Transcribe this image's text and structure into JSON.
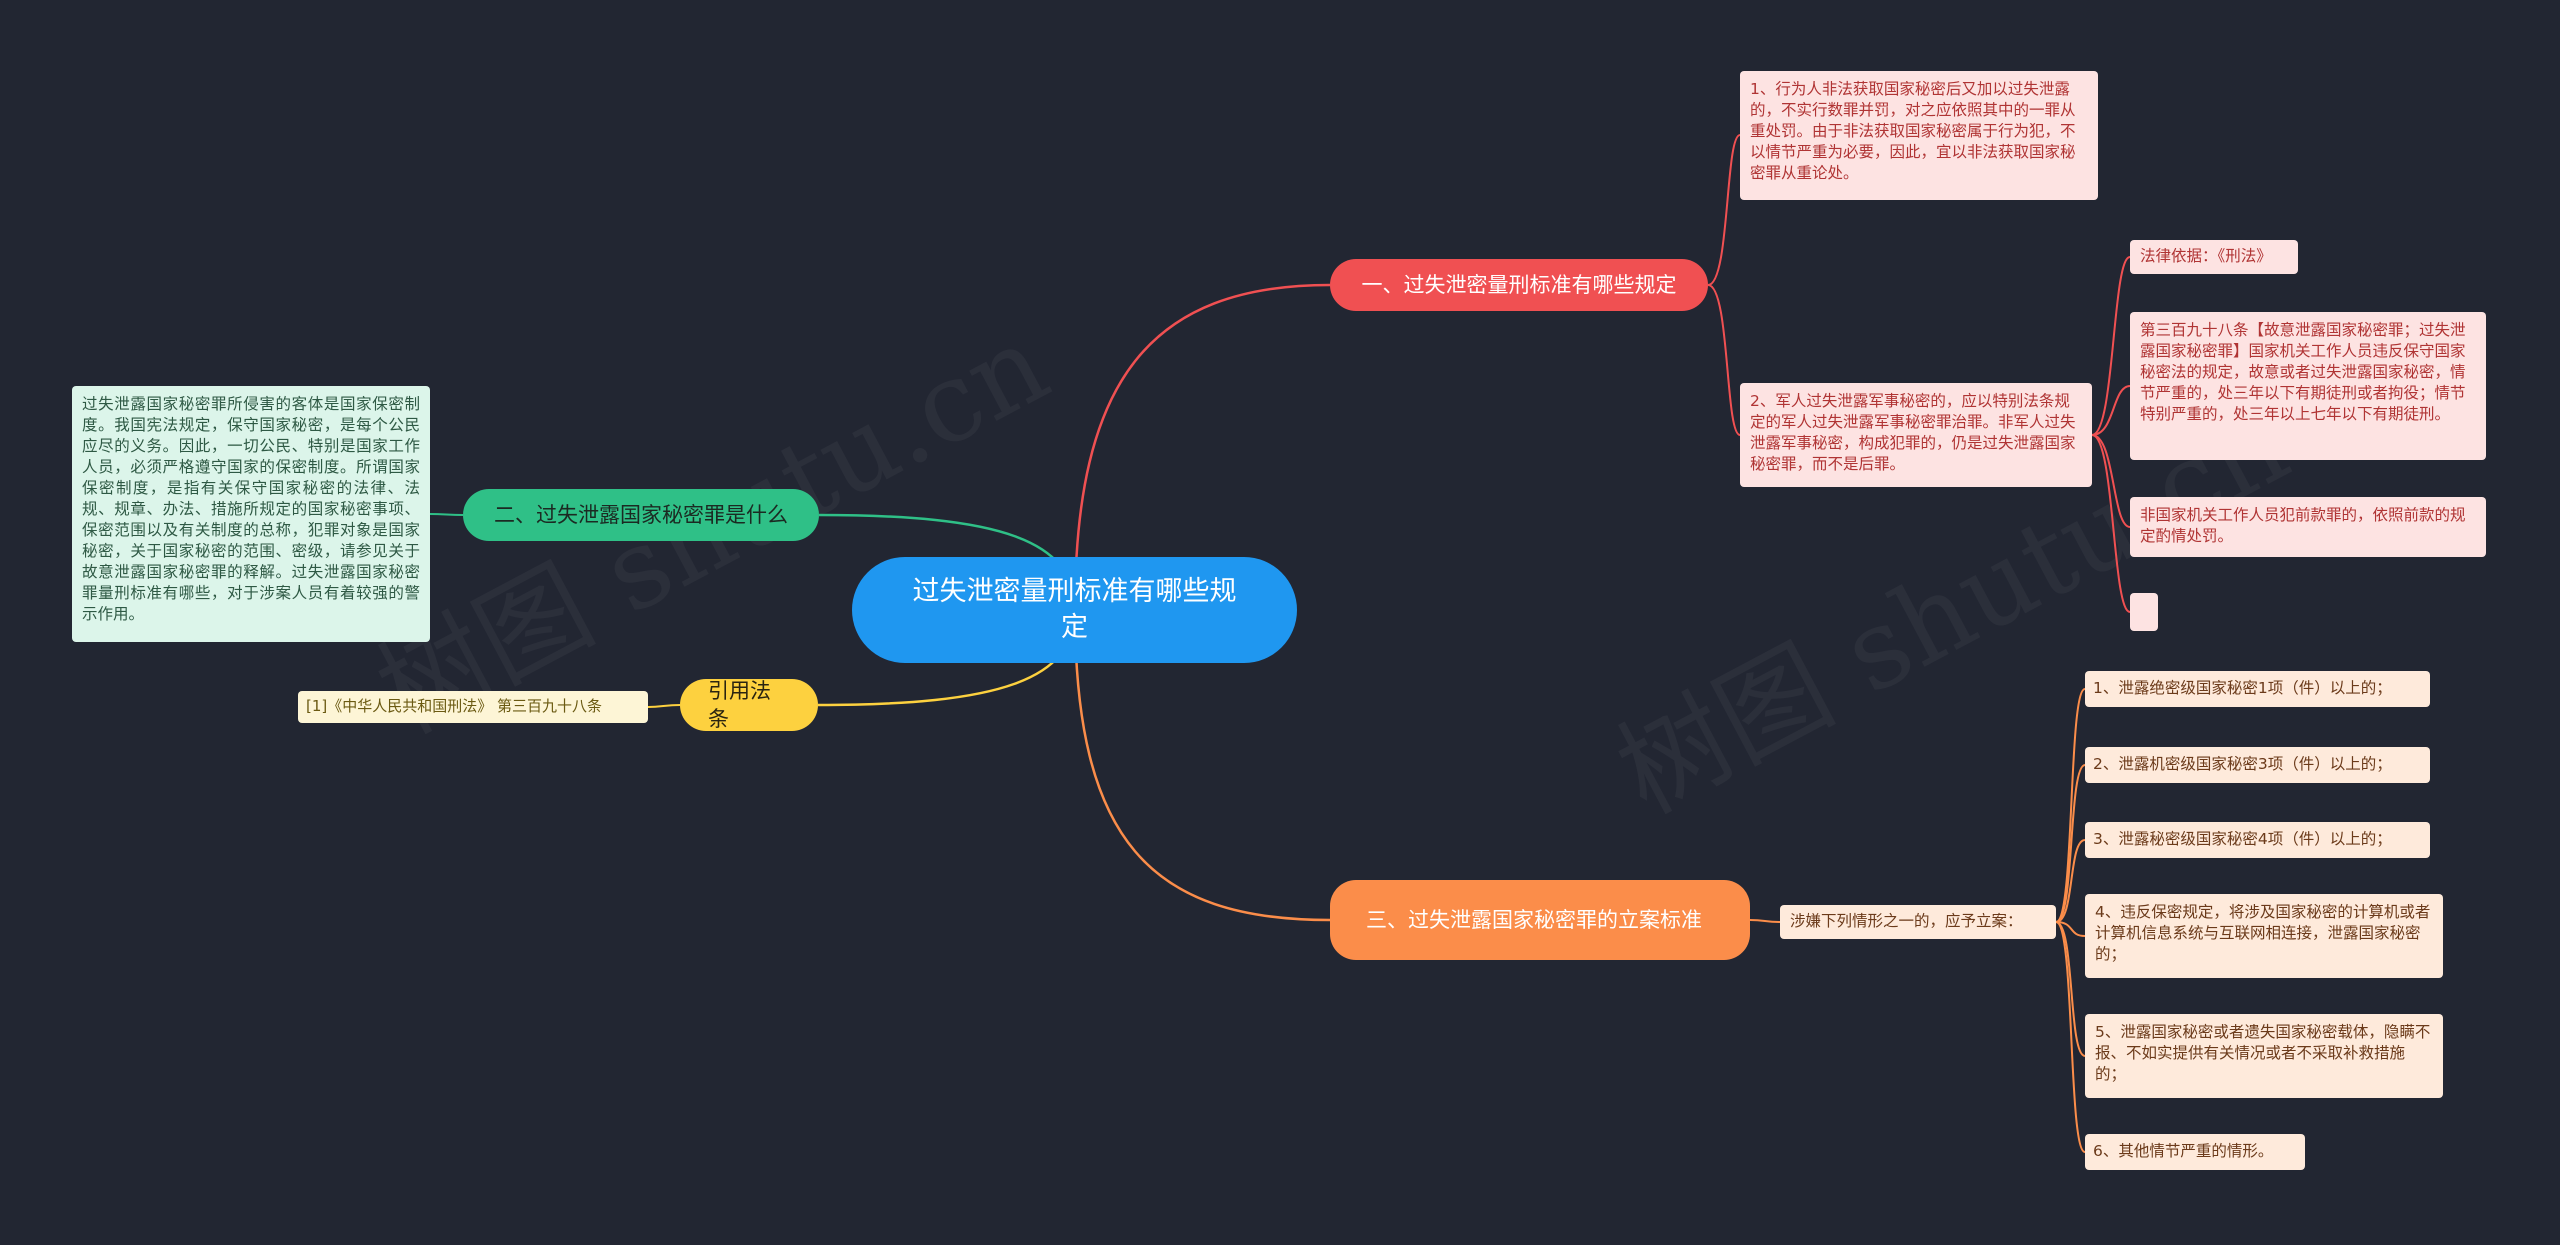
{
  "watermark": "树图 shutu.cn",
  "root": {
    "title": "过失泄密量刑标准有哪些规定"
  },
  "colors": {
    "background": "#222632",
    "root": "#1f97f0",
    "branch1": "#f05052",
    "branch2": "#2fc087",
    "branch3": "#fb8d4a",
    "branch4": "#fdd13f"
  },
  "branch1": {
    "title": "一、过失泄密量刑标准有哪些规定",
    "children": [
      "1、行为人非法获取国家秘密后又加以过失泄露的，不实行数罪并罚，对之应依照其中的一罪从重处罚。由于非法获取国家秘密属于行为犯，不以情节严重为必要，因此，宜以非法获取国家秘密罪从重论处。",
      "2、军人过失泄露军事秘密的，应以特别法条规定的军人过失泄露军事秘密罪治罪。非军人过失泄露军事秘密，构成犯罪的，仍是过失泄露国家秘密罪，而不是后罪。"
    ],
    "sub": [
      "法律依据：《刑法》",
      "第三百九十八条【故意泄露国家秘密罪；过失泄露国家秘密罪】国家机关工作人员违反保守国家秘密法的规定，故意或者过失泄露国家秘密，情节严重的，处三年以下有期徒刑或者拘役；情节特别严重的，处三年以上七年以下有期徒刑。",
      "非国家机关工作人员犯前款罪的，依照前款的规定酌情处罚。",
      ""
    ]
  },
  "branch2": {
    "title": "二、过失泄露国家秘密罪是什么",
    "text": "过失泄露国家秘密罪所侵害的客体是国家保密制度。我国宪法规定，保守国家秘密，是每个公民应尽的义务。因此，一切公民、特别是国家工作人员，必须严格遵守国家的保密制度。所谓国家保密制度，是指有关保守国家秘密的法律、法规、规章、办法、措施所规定的国家秘密事项、保密范围以及有关制度的总称，犯罪对象是国家秘密，关于国家秘密的范围、密级，请参见关于故意泄露国家秘密罪的释解。过失泄露国家秘密罪量刑标准有哪些，对于涉案人员有着较强的警示作用。"
  },
  "branch3": {
    "title": "三、过失泄露国家秘密罪的立案标准",
    "connector": "涉嫌下列情形之一的，应予立案：",
    "items": [
      "1、泄露绝密级国家秘密1项（件）以上的；",
      "2、泄露机密级国家秘密3项（件）以上的；",
      "3、泄露秘密级国家秘密4项（件）以上的；",
      "4、违反保密规定，将涉及国家秘密的计算机或者计算机信息系统与互联网相连接，泄露国家秘密的；",
      "5、泄露国家秘密或者遗失国家秘密载体，隐瞒不报、不如实提供有关情况或者不采取补救措施的；",
      "6、其他情节严重的情形。"
    ]
  },
  "branch4": {
    "title": "引用法条",
    "ref": "[1]《中华人民共和国刑法》 第三百九十八条"
  }
}
